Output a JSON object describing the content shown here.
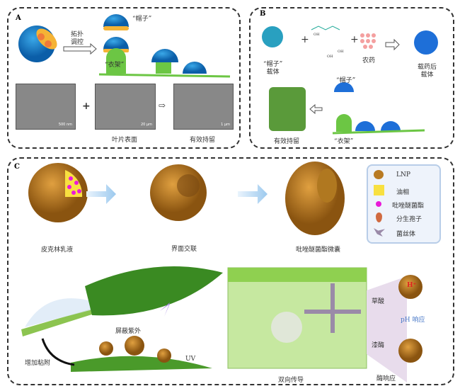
{
  "panel_a": {
    "label": "A",
    "hat": "“帽子”",
    "topology": "拓扑调控",
    "hanger": "“衣架”",
    "leaf_surface": "叶片表面",
    "retention": "有效持留",
    "scale1": "500 nm",
    "scale2": "20 μm",
    "scale3": "1 μm"
  },
  "panel_b": {
    "label": "B",
    "hat_carrier_1": "“帽子”",
    "hat_carrier_2": "载体",
    "pesticide": "农药",
    "loaded_1": "载药后",
    "loaded_2": "载体",
    "hat": "“帽子”",
    "hanger": "“衣架”",
    "retention": "有效持留",
    "oh1": "OH",
    "oh2": "OH",
    "oh3": "OH"
  },
  "panel_c": {
    "label": "C",
    "pickering": "皮克林乳液",
    "crosslink": "界面交联",
    "microcapsule": "吡唑醚菌酯微囊",
    "uv_shield": "屏蔽紫外",
    "adhesion": "增加粘附",
    "uv": "UV",
    "bidirectional": "双向传导",
    "oxalic": "草酸",
    "laccase": "漆酶",
    "ph_response": "pH 响应",
    "enzyme_response": "酶响应",
    "h_plus": "H⁺",
    "legend": [
      {
        "icon": "lnp-icon",
        "label": "LNP"
      },
      {
        "icon": "oil-phase-icon",
        "label": "油相"
      },
      {
        "icon": "pyraclostrobin-icon",
        "label": "吡唑醚菌酯"
      },
      {
        "icon": "conidia-icon",
        "label": "分生孢子"
      },
      {
        "icon": "mycelium-icon",
        "label": "菌丝体"
      }
    ]
  },
  "colors": {
    "blue": "#1e88c8",
    "green": "#6cc644",
    "brown": "#b87a22",
    "magenta": "#e81ad8"
  }
}
